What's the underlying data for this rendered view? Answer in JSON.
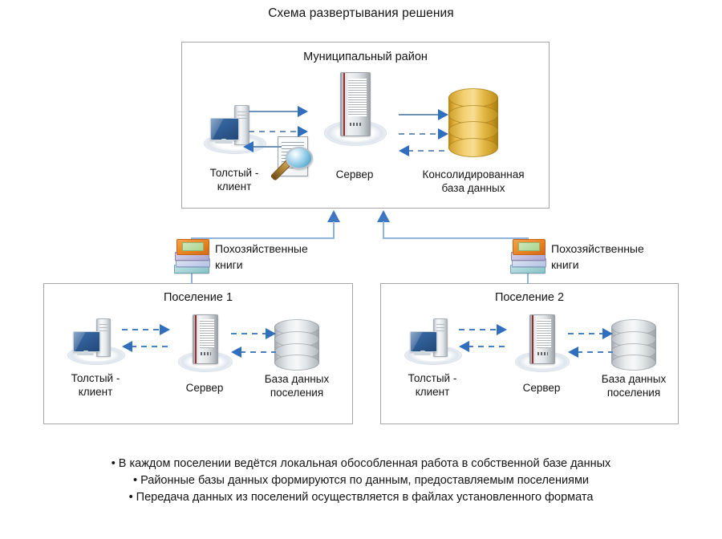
{
  "title": "Схема развертывания решения",
  "district": {
    "title": "Муниципальный район",
    "nodes": {
      "thick_client": "Толстый -\nклиент",
      "server": "Сервер",
      "consolidated_db": "Консолидированная\nбаза данных"
    },
    "icons": {
      "workstation": "workstation-icon",
      "server": "server-icon",
      "database": "database-gold-icon",
      "document_search": "document-magnifier-icon"
    }
  },
  "links": [
    {
      "name": "books-left",
      "label": "Похозяйственные\nкниги",
      "icon": "books-icon"
    },
    {
      "name": "books-right",
      "label": "Похозяйственные\nкниги",
      "icon": "books-icon"
    }
  ],
  "settlements": [
    {
      "title": "Поселение 1",
      "nodes": {
        "thick_client": "Толстый -\nклиент",
        "server": "Сервер",
        "database": "База данных\nпоселения"
      }
    },
    {
      "title": "Поселение 2",
      "nodes": {
        "thick_client": "Толстый -\nклиент",
        "server": "Сервер",
        "database": "База данных\nпоселения"
      }
    }
  ],
  "notes": [
    "• В каждом поселении ведётся локальная обособленная работа в собственной базе данных",
    "• Районные базы данных формируются по данным, предоставляемым поселениями",
    "• Передача данных из поселений осуществляется в файлах установленного формата"
  ],
  "colors": {
    "box_border": "#a6a6a6",
    "connector": "#8eb4dd",
    "arrow_head": "#2f6fbe",
    "arrow_shaft": "#6f92b8",
    "gold_db": "#e8b844",
    "silver_db": "#d9dde0",
    "server_stripe": "#b03a3c",
    "monitor_screen": "#2f5d95",
    "text": "#141414"
  }
}
